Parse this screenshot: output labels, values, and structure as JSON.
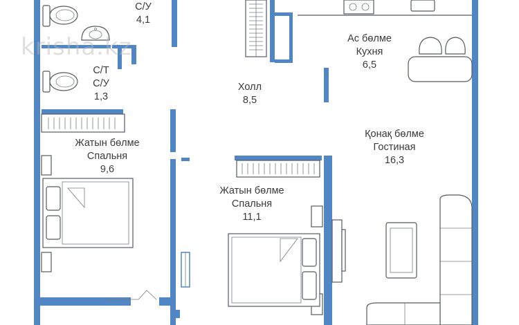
{
  "watermark": "krisha.kz",
  "rooms": [
    {
      "id": "bath",
      "lines": [
        "С/У",
        "4,1"
      ]
    },
    {
      "id": "wc",
      "lines": [
        "С/Т",
        "С/У",
        "1,3"
      ]
    },
    {
      "id": "kitchen",
      "lines": [
        "Ас бөлме",
        "Кухня",
        "6,5"
      ]
    },
    {
      "id": "hall",
      "lines": [
        "Холл",
        "8,5"
      ]
    },
    {
      "id": "living",
      "lines": [
        "Қонақ бөлме",
        "Гостиная",
        "16,3"
      ]
    },
    {
      "id": "bedroom1",
      "lines": [
        "Жатын бөлме",
        "Спальня",
        "9,6"
      ]
    },
    {
      "id": "bedroom2",
      "lines": [
        "Жатын бөлме",
        "Спальня",
        "11,1"
      ]
    }
  ],
  "colors": {
    "wall": "#4f86c3",
    "furniture": "#555a60",
    "text": "#3a3a3a"
  }
}
